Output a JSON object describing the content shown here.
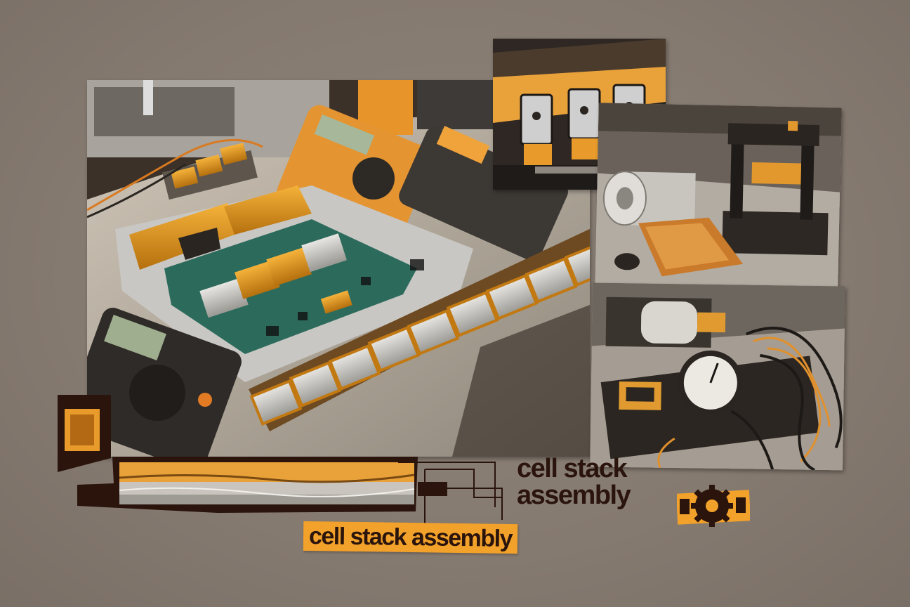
{
  "collage": {
    "title_line1": "cell stack",
    "title_line2": "assembly",
    "label_strip": "cell stack assembly"
  },
  "colors": {
    "background": "#857a70",
    "accent_orange": "#f2a12a",
    "dark_brown": "#2a140c",
    "workbench_gray": "#b9b0a3"
  },
  "photos": {
    "main": "battery-assembly-workbench",
    "clamps": "cell-terminal-clamps",
    "press": "foil-roll-and-press",
    "gauge": "pressure-gauge-and-cables"
  },
  "icons": [
    "gear-icon",
    "schematic-lines"
  ]
}
